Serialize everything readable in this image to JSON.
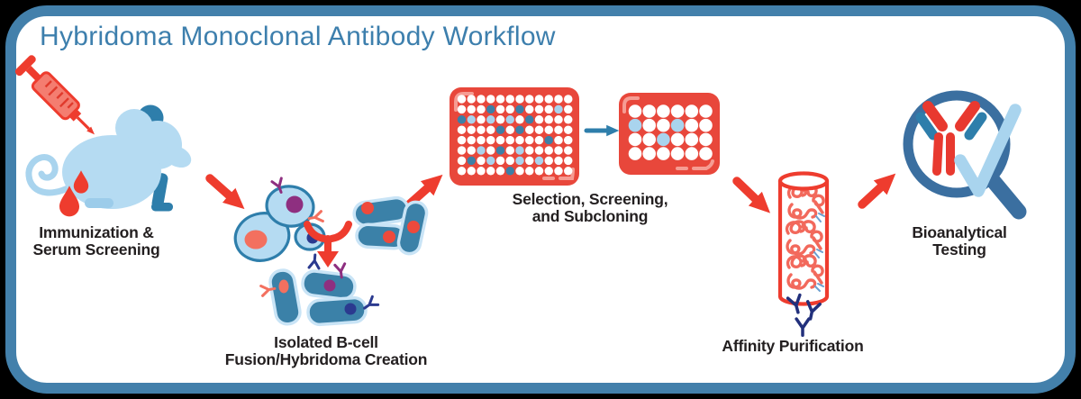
{
  "title": "Hybridoma Monoclonal Antibody Workflow",
  "colors": {
    "border_blue": "#4380ab",
    "title_blue": "#3d7fad",
    "arrow_red": "#ee3c2e",
    "plate_red": "#e8473b",
    "plate_highlight": "#f69c93",
    "light_blue": "#b5dbf2",
    "cell_blue": "#3b81a8",
    "steel_blue": "#2e7eab",
    "navy": "#22307c",
    "purple": "#8e2f80",
    "salmon": "#f3705f",
    "magnifier_blue": "#3b6fa0",
    "check_blue": "#a9d4ee",
    "squiggle_red": "#f2695c",
    "text_black": "#231f20"
  },
  "steps": [
    {
      "name": "immunization-serum-screening",
      "label_line1": "Immunization &",
      "label_line2": "Serum Screening"
    },
    {
      "name": "isolated-bcell-fusion",
      "label_line1": "Isolated B-cell",
      "label_line2": "Fusion/Hybridoma Creation"
    },
    {
      "name": "selection-screening-subcloning",
      "label_line1": "Selection, Screening,",
      "label_line2": "and Subcloning"
    },
    {
      "name": "affinity-purification",
      "label_line1": "Affinity Purification",
      "label_line2": ""
    },
    {
      "name": "bioanalytical-testing",
      "label_line1": "Bioanalytical",
      "label_line2": "Testing"
    }
  ],
  "plates": {
    "large": {
      "rows": 8,
      "cols": 12,
      "pattern": [
        "WWWWWWWWWWWW",
        "WWWDWWDWWWLW",
        "DLWLWLWDWWWW",
        "WWWWDWDWWWWW",
        "WWWWWWWWWDWW",
        "WWLWDWLWWWWW",
        "WDWLWWLWLWWW",
        "WWWWWDWWWWWW"
      ]
    },
    "small": {
      "rows": 4,
      "cols": 6,
      "pattern": [
        "WWWWWW",
        "LWWLWW",
        "WWLWWW",
        "WWWWWW"
      ]
    }
  },
  "well_colors": {
    "W": "#ffffff",
    "D": "#3c7fa6",
    "L": "#a9d4ee"
  }
}
